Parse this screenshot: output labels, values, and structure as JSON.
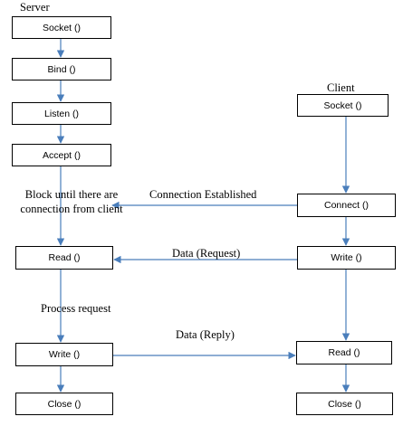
{
  "server": {
    "title": "Server",
    "steps": [
      "Socket ()",
      "Bind ()",
      "Listen ()",
      "Accept ()",
      "Read ()",
      "Write ()",
      "Close ()"
    ]
  },
  "client": {
    "title": "Client",
    "steps": [
      "Socket ()",
      "Connect ()",
      "Write ()",
      "Read ()",
      "Close ()"
    ]
  },
  "notes": {
    "block_line1": "Block until there are",
    "block_line2": "connection from client",
    "process": "Process request"
  },
  "messages": {
    "connection": "Connection Established",
    "request": "Data (Request)",
    "reply": "Data (Reply)"
  },
  "colors": {
    "arrow": "#4a7ebb",
    "border": "#000000"
  }
}
